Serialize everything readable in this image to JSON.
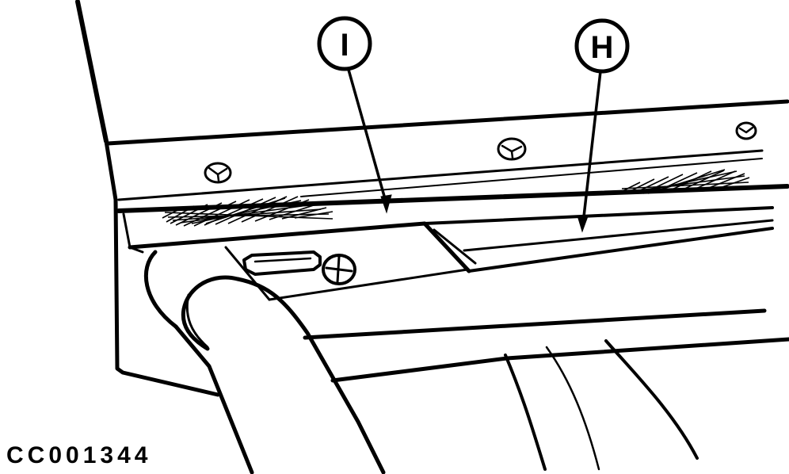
{
  "callouts": {
    "left_label": "I",
    "right_label": "H"
  },
  "figure": {
    "id": "CC001344"
  },
  "colors": {
    "ink": "#000000",
    "paper": "#ffffff"
  }
}
